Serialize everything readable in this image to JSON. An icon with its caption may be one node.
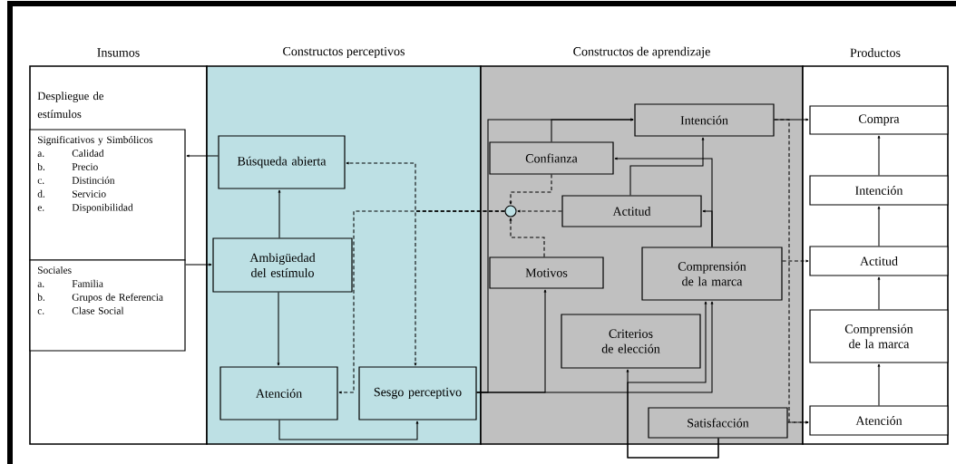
{
  "diagram": {
    "nodes": [
      {
        "text": [
          "Insumos",
          "Despliegue de estímulos"
        ]
      },
      {
        "text": [
          "Significativos y Simbólicos",
          "a.",
          "Calidad",
          "b.",
          "Precio",
          "c.",
          "Distinción",
          "d.",
          "Servicio",
          "e.",
          "Disponibilidad"
        ],
        "in": 0
      },
      {
        "text": [
          "Sociales",
          "a.",
          "Familia",
          "b.",
          "Grupos de Referencia",
          "c.",
          "Clase Social"
        ],
        "in": 0
      },
      {
        "text": [
          "Constructos perceptivos"
        ]
      },
      {
        "text": [
          "Búsqueda abierta"
        ],
        "in": 3
      },
      {
        "text": [
          "Ambigüedad del estímulo"
        ],
        "in": 3
      },
      {
        "text": [
          "Atención"
        ],
        "in": 3
      },
      {
        "text": [
          "Sesgo perceptivo"
        ],
        "in": 3
      },
      {
        "text": [
          "Constructos de aprendizaje"
        ]
      },
      {
        "text": [
          "Intención"
        ],
        "in": 8
      },
      {
        "text": [
          "Confianza"
        ],
        "in": 8
      },
      {
        "text": [],
        "shape": "circle",
        "in": 8
      },
      {
        "text": [
          "Actitud"
        ],
        "in": 8
      },
      {
        "text": [
          "Motivos"
        ],
        "in": 8
      },
      {
        "text": [
          "Comprensión de la marca"
        ],
        "in": 8
      },
      {
        "text": [
          "Criterios de elección"
        ],
        "in": 8
      },
      {
        "text": [
          "Satisfacción"
        ],
        "in": 8
      },
      {
        "text": [
          "Productos"
        ]
      },
      {
        "text": [
          "Compra"
        ],
        "in": 17
      },
      {
        "text": [
          "Intención"
        ],
        "in": 17
      },
      {
        "text": [
          "Actitud"
        ],
        "in": 17
      },
      {
        "text": [
          "Comprensión de la marca"
        ],
        "in": 17
      },
      {
        "text": [
          "Atención"
        ],
        "in": 17
      }
    ],
    "edges": [
      {
        "from": 4,
        "to": 1,
        "arrow": "to"
      },
      {
        "from": 2,
        "to": 5,
        "arrow": "to"
      },
      {
        "from": 5,
        "to": 4,
        "arrow": "to"
      },
      {
        "from": 5,
        "to": 6,
        "arrow": "to"
      },
      {
        "from": 6,
        "to": 7,
        "arrow": "to"
      },
      {
        "from": 11,
        "to": 4,
        "arrow": "to",
        "style": "dashed"
      },
      {
        "from": 11,
        "to": 7,
        "arrow": "to",
        "style": "dashed"
      },
      {
        "from": 11,
        "to": 6,
        "arrow": "to",
        "style": "dashed"
      },
      {
        "from": 10,
        "to": 11,
        "arrow": "to",
        "style": "dashed"
      },
      {
        "from": 12,
        "to": 11,
        "arrow": "to",
        "style": "dashed"
      },
      {
        "from": 13,
        "to": 11,
        "arrow": "to",
        "style": "dashed"
      },
      {
        "from": 7,
        "to": 13,
        "arrow": "to"
      },
      {
        "from": 7,
        "to": 14,
        "arrow": "to"
      },
      {
        "from": 7,
        "to": 9,
        "arrow": "to"
      },
      {
        "from": 10,
        "to": 9,
        "arrow": "to"
      },
      {
        "from": 16,
        "to": 15,
        "arrow": "to"
      },
      {
        "from": 16,
        "to": 14,
        "arrow": "to"
      },
      {
        "from": 14,
        "to": 10,
        "arrow": "to"
      },
      {
        "from": 14,
        "to": 12,
        "arrow": "to"
      },
      {
        "from": 12,
        "to": 9,
        "arrow": "to"
      },
      {
        "from": 9,
        "to": 18,
        "arrow": "to"
      },
      {
        "from": 14,
        "to": 20,
        "arrow": "to",
        "style": "dashed"
      },
      {
        "from": 16,
        "to": 22,
        "arrow": "to",
        "style": "dashed"
      },
      {
        "from": 9,
        "to": 22,
        "arrow": "to",
        "style": "dashed"
      },
      {
        "from": 22,
        "to": 21,
        "arrow": "to"
      },
      {
        "from": 21,
        "to": 20,
        "arrow": "to"
      },
      {
        "from": 20,
        "to": 19,
        "arrow": "to"
      },
      {
        "from": 19,
        "to": 18,
        "arrow": "to"
      }
    ]
  }
}
